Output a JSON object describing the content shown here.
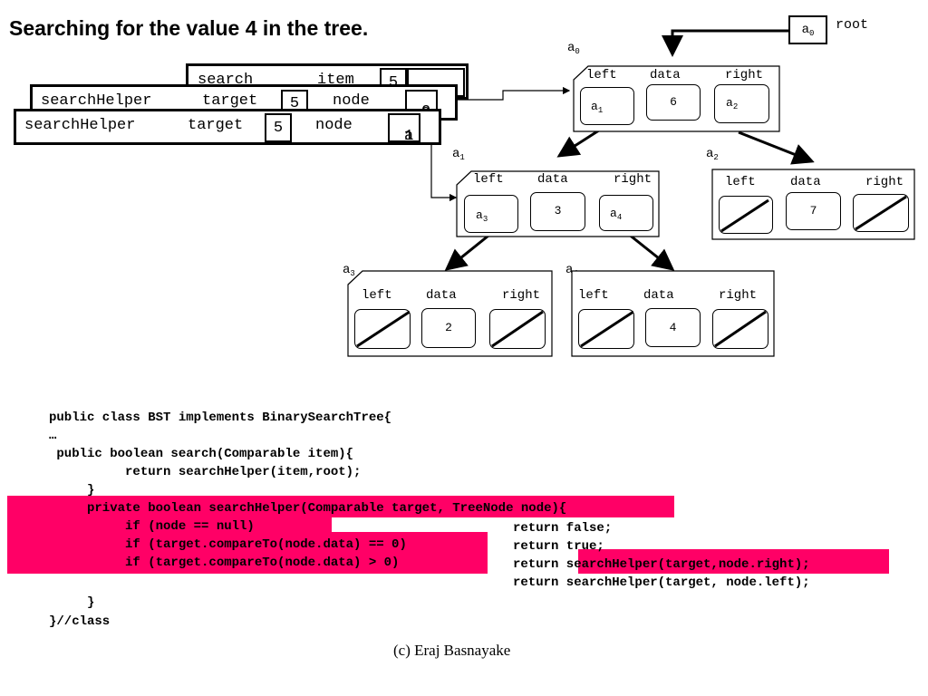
{
  "slide": {
    "title": "Searching for the value 4 in the tree.",
    "footer": "(c) Eraj Basnayake"
  },
  "root": {
    "label": "root",
    "ref_base": "a",
    "ref_sub": "0"
  },
  "call_stack": [
    {
      "method": "search",
      "param": "item",
      "value": "5"
    },
    {
      "method": "searchHelper",
      "param1": "target",
      "value": "5",
      "param2": "node",
      "node_base": "a",
      "node_sub": "0"
    },
    {
      "method": "searchHelper",
      "param1": "target",
      "value": "5",
      "param2": "node",
      "node_base": "a",
      "node_sub": "1"
    }
  ],
  "tree": {
    "field_labels": {
      "left": "left",
      "data": "data",
      "right": "right"
    },
    "nodes": [
      {
        "id_base": "a",
        "id_sub": "0",
        "data": "6",
        "left_base": "a",
        "left_sub": "1",
        "right_base": "a",
        "right_sub": "2"
      },
      {
        "id_base": "a",
        "id_sub": "1",
        "data": "3",
        "left_base": "a",
        "left_sub": "3",
        "right_base": "a",
        "right_sub": "4"
      },
      {
        "id_base": "a",
        "id_sub": "2",
        "data": "7"
      },
      {
        "id_base": "a",
        "id_sub": "3",
        "data": "2"
      },
      {
        "id_base": "a",
        "id_sub": "4",
        "data": "4"
      }
    ]
  },
  "code": {
    "lines": [
      "public class BST implements BinarySearchTree{",
      "…",
      " public boolean search(Comparable item){",
      "          return searchHelper(item,root);",
      "     }",
      "     private boolean searchHelper(Comparable target, TreeNode node){",
      "          if (node == null)",
      "          if (target.compareTo(node.data) == 0)",
      "          if (target.compareTo(node.data) > 0)",
      "",
      "     }",
      "}//class"
    ],
    "returns": [
      "return false;",
      "return true;",
      "return searchHelper(target,node.right);",
      "return searchHelper(target, node.left);"
    ]
  },
  "highlight_color": "#ff0066"
}
